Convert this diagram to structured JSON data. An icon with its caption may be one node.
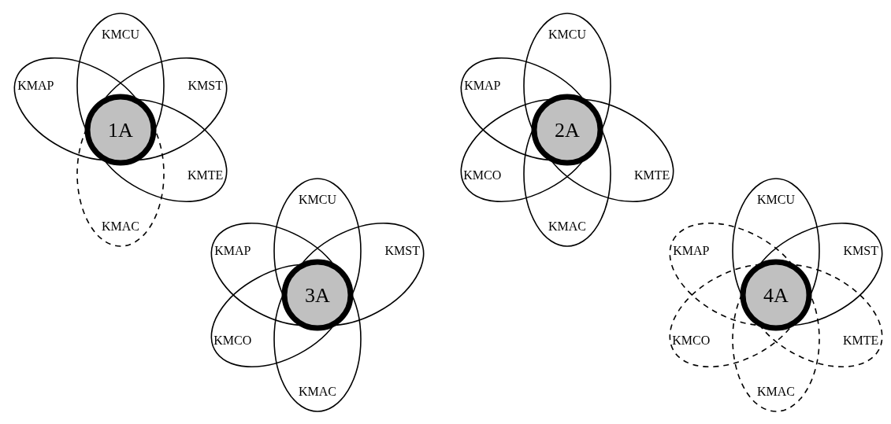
{
  "diagram": {
    "nodes": [
      {
        "text": [
          "1A"
        ]
      },
      {
        "text": [
          "KMCU"
        ]
      },
      {
        "text": [
          "KMAP"
        ]
      },
      {
        "text": [
          "KMST"
        ]
      },
      {
        "text": [
          "KMTE"
        ]
      },
      {
        "text": [
          "KMAC"
        ]
      },
      {
        "text": [
          "2A"
        ]
      },
      {
        "text": [
          "KMCU"
        ]
      },
      {
        "text": [
          "KMAP"
        ]
      },
      {
        "text": [
          "KMCO"
        ]
      },
      {
        "text": [
          "KMTE"
        ]
      },
      {
        "text": [
          "KMAC"
        ]
      },
      {
        "text": [
          "3A"
        ]
      },
      {
        "text": [
          "KMCU"
        ]
      },
      {
        "text": [
          "KMAP"
        ]
      },
      {
        "text": [
          "KMST"
        ]
      },
      {
        "text": [
          "KMCO"
        ]
      },
      {
        "text": [
          "KMAC"
        ]
      },
      {
        "text": [
          "4A"
        ]
      },
      {
        "text": [
          "KMCU"
        ]
      },
      {
        "text": [
          "KMAP"
        ]
      },
      {
        "text": [
          "KMST"
        ]
      },
      {
        "text": [
          "KMCO"
        ]
      },
      {
        "text": [
          "KMTE"
        ]
      },
      {
        "text": [
          "KMAC"
        ]
      }
    ]
  }
}
